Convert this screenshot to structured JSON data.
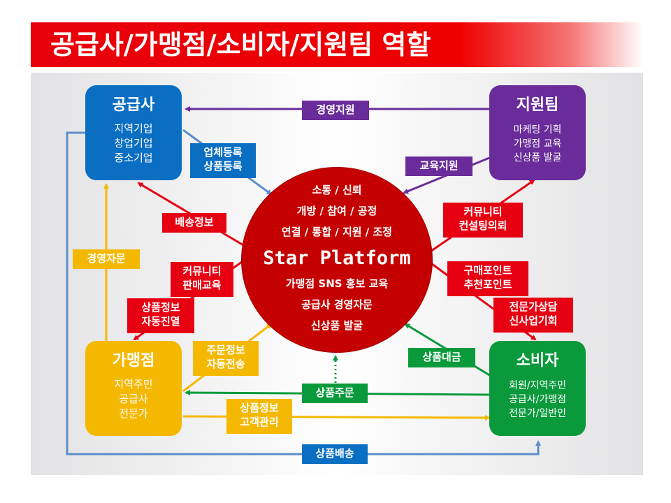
{
  "title": "공급사/가맹점/소비자/지원팀 역할",
  "colors": {
    "red": "#e60012",
    "blue": "#0a6ec2",
    "purple": "#6a2c9a",
    "yellow": "#f5b800",
    "green": "#0a9a3c",
    "hub": "#c40000",
    "steel": "#5b8fc9"
  },
  "nodes": {
    "supplier": {
      "title": "공급사",
      "body": "지역기업\n창업기업\n중소기업"
    },
    "support": {
      "title": "지원팀",
      "body": "마케팅 기획\n가맹점 교육\n신상품 발굴"
    },
    "franchise": {
      "title": "가맹점",
      "body": "지역주민\n공급사\n전문가"
    },
    "consumer": {
      "title": "소비자",
      "body": "회원/지역주민\n공급사/가맹점\n전문가/일반인"
    }
  },
  "hub": {
    "lines_top": [
      "소통 / 신뢰",
      "개방 / 참여 / 공정",
      "연결 / 통합 / 지원 / 조정"
    ],
    "name": "Star Platform",
    "lines_bottom": [
      "가맹점 SNS 홍보 교육",
      "공급사 경영자문",
      "신상품 발굴"
    ]
  },
  "labels": {
    "management_support": "경영지원",
    "registration": "업체등록\n상품등록",
    "education_support": "교육지원",
    "delivery_info": "배송정보",
    "community_consult": "커뮤니티\n컨설팅의뢰",
    "management_consult": "경영자문",
    "community_sales_edu": "커뮤니티\n판매교육",
    "purchase_points": "구매포인트\n추천포인트",
    "product_display": "상품정보\n자동진열",
    "expert_consult": "전문가상담\n신사업기회",
    "order_transfer": "주문정보\n자동전송",
    "product_payment": "상품대금",
    "product_order": "상품주문",
    "customer_mgmt": "상품정보\n고객관리",
    "product_delivery": "상품배송"
  }
}
